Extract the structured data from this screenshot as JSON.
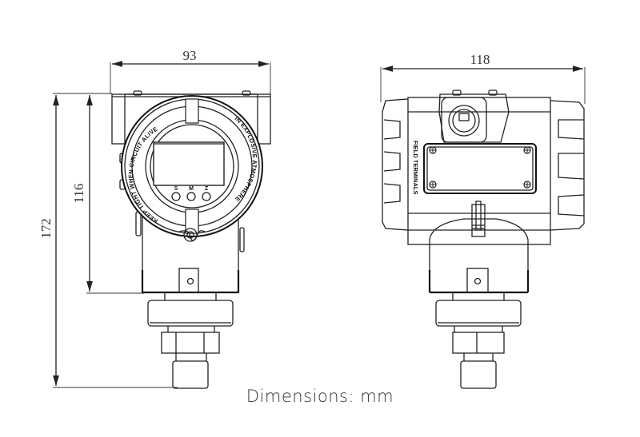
{
  "caption": "Dimensions: mm",
  "front_view": {
    "width_label": "93",
    "height_label_housing": "116",
    "height_label_total": "172",
    "ring_text_left": "KEEP TIGHT WHEN CIRCUIT ALIVE",
    "ring_text_right": "IN EXPLOSIVE ATMOSPHERE",
    "buttons": [
      "S",
      "M",
      "Z"
    ]
  },
  "side_view": {
    "width_label": "118",
    "terminal_label": "FIELD TERMINALS"
  },
  "colors": {
    "line": "#222222",
    "background": "#ffffff",
    "text": "#333333"
  }
}
